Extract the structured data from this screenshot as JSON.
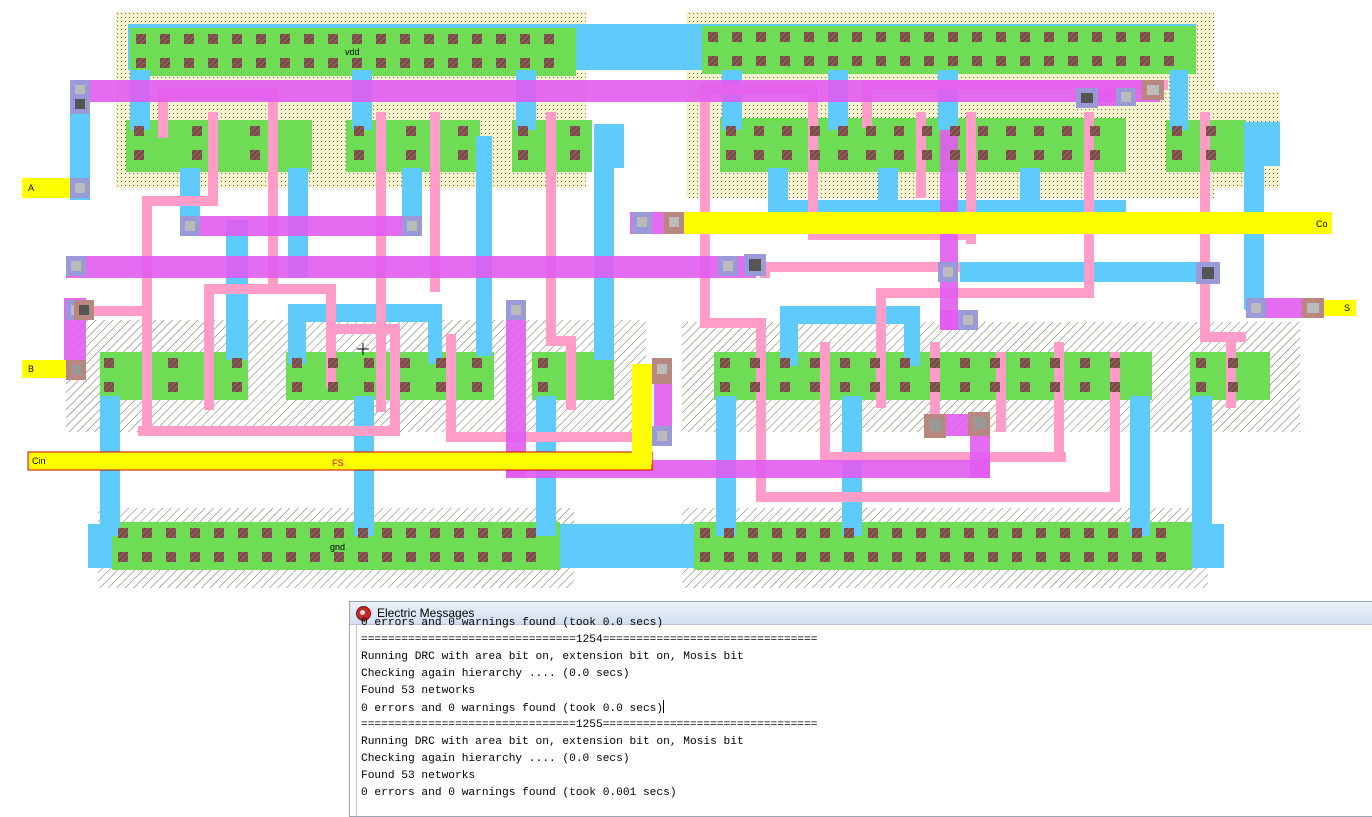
{
  "layout_canvas": {
    "net_labels": {
      "vdd": "vdd",
      "gnd": "gnd",
      "a": "A",
      "b": "B",
      "cin": "Cin",
      "co": "Co",
      "s": "S",
      "fs": "FS"
    },
    "colors": {
      "metal1": "#5fcbfb",
      "metal2": "#e15cf0",
      "poly": "#ff9cc8",
      "active": "#6fdc56",
      "contact": "#7d4f4f",
      "export_pin": "#ffff00",
      "via": "#9a9ad8"
    }
  },
  "messages_window": {
    "title": "Electric Messages",
    "lines": [
      "0 errors and 0 warnings found (took 0.0 secs)",
      "================================1254================================",
      "Running DRC with area bit on, extension bit on, Mosis bit",
      "Checking again hierarchy .... (0.0 secs)",
      "Found 53 networks",
      "0 errors and 0 warnings found (took 0.0 secs)",
      "================================1255================================",
      "Running DRC with area bit on, extension bit on, Mosis bit",
      "Checking again hierarchy .... (0.0 secs)",
      "Found 53 networks",
      "0 errors and 0 warnings found (took 0.001 secs)"
    ]
  }
}
